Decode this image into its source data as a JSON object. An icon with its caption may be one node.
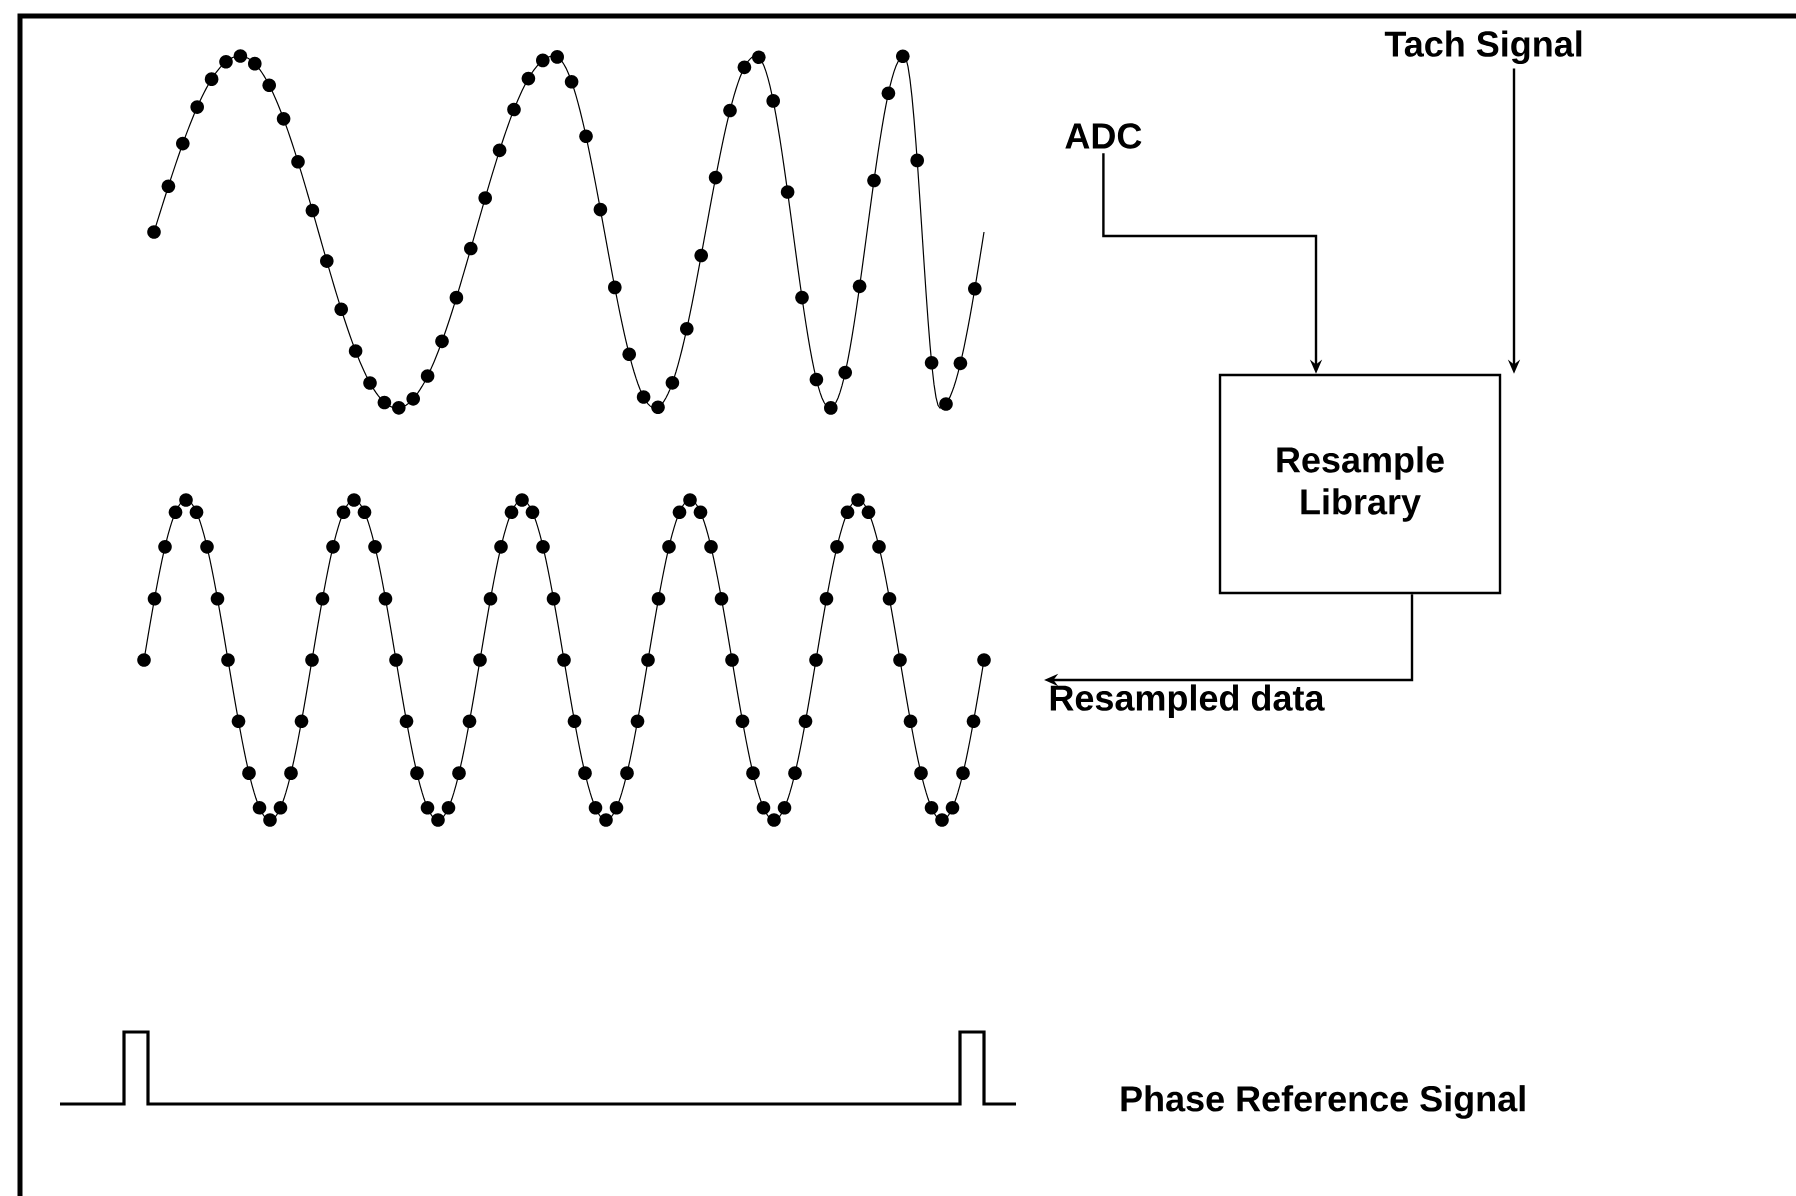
{
  "diagram": {
    "nodes": [
      {
        "text": [
          "ADC"
        ]
      },
      {
        "text": [
          "Tach Signal"
        ]
      },
      {
        "text": [
          "Resample Library"
        ]
      },
      {
        "text": [
          "Resampled data"
        ]
      }
    ],
    "edges": [
      {
        "from": 0,
        "to": 2,
        "arrow": "to"
      },
      {
        "from": 1,
        "to": 2,
        "arrow": "to"
      },
      {
        "from": 2,
        "to": 3,
        "arrow": "to"
      }
    ],
    "labels": [
      "Phase Reference Signal"
    ]
  }
}
